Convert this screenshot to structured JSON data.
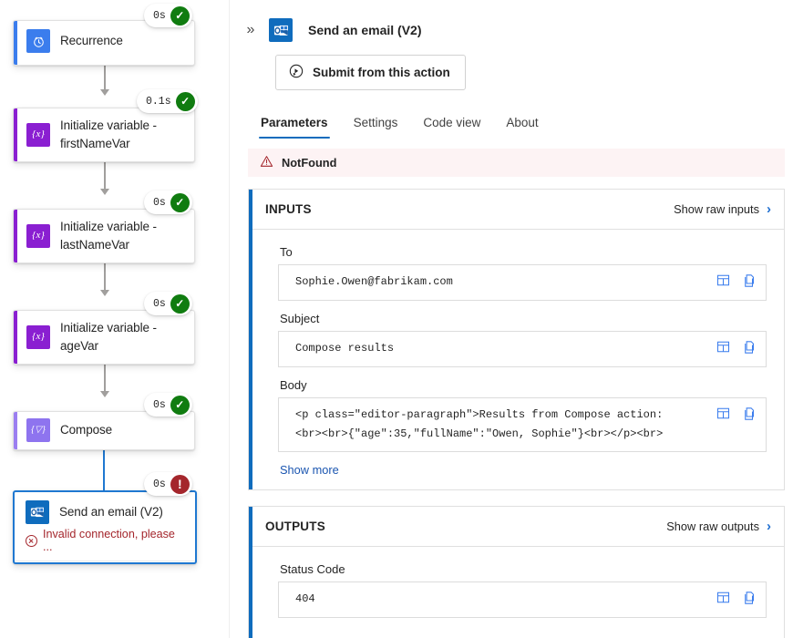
{
  "workflow": {
    "nodes": [
      {
        "title": "Recurrence",
        "icon": "clock-icon",
        "duration": "0s",
        "status": "succeeded",
        "accent": "#0f6cbd",
        "icon_bg": "#3b7ded"
      },
      {
        "title": "Initialize variable - firstNameVar",
        "icon": "variable-icon",
        "duration": "0.1s",
        "status": "succeeded",
        "accent": "#8a1fd1",
        "icon_bg": "#8a1fd1"
      },
      {
        "title": "Initialize variable - lastNameVar",
        "icon": "variable-icon",
        "duration": "0s",
        "status": "succeeded",
        "accent": "#8a1fd1",
        "icon_bg": "#8a1fd1"
      },
      {
        "title": "Initialize variable - ageVar",
        "icon": "variable-icon",
        "duration": "0s",
        "status": "succeeded",
        "accent": "#8a1fd1",
        "icon_bg": "#8a1fd1"
      },
      {
        "title": "Compose",
        "icon": "compose-icon",
        "duration": "0s",
        "status": "succeeded",
        "accent": "#9b7ef0",
        "icon_bg": "#8e74ef"
      },
      {
        "title": "Send an email (V2)",
        "icon": "outlook-icon",
        "duration": "0s",
        "status": "failed",
        "accent": "#1f78d1",
        "icon_bg": "#0f6cbd",
        "error": "Invalid connection, please ..."
      }
    ]
  },
  "detail": {
    "collapse_icon": "chevron-double-right-icon",
    "title": "Send an email (V2)",
    "title_icon": "outlook-icon",
    "submit_button": "Submit from this action",
    "submit_icon": "resubmit-play-icon",
    "tabs": [
      {
        "label": "Parameters",
        "active": true
      },
      {
        "label": "Settings",
        "active": false
      },
      {
        "label": "Code view",
        "active": false
      },
      {
        "label": "About",
        "active": false
      }
    ],
    "error_banner": {
      "icon": "warning-triangle-icon",
      "text": "NotFound"
    },
    "inputs_card": {
      "title": "INPUTS",
      "raw_link": "Show raw inputs",
      "raw_icon": "chevron-right-icon",
      "fields": [
        {
          "label": "To",
          "value": "Sophie.Owen@fabrikam.com"
        },
        {
          "label": "Subject",
          "value": "Compose results"
        },
        {
          "label": "Body",
          "value": "<p class=\"editor-paragraph\">Results from Compose action:\n<br><br>{\"age\":35,\"fullName\":\"Owen, Sophie\"}<br></p><br>"
        }
      ],
      "show_more": "Show more"
    },
    "outputs_card": {
      "title": "OUTPUTS",
      "raw_link": "Show raw outputs",
      "raw_icon": "chevron-right-icon",
      "fields": [
        {
          "label": "Status Code",
          "value": "404"
        }
      ]
    },
    "field_icons": {
      "expand": "table-expand-icon",
      "copy": "copy-icon"
    }
  },
  "colors": {
    "accent_blue": "#0f6cbd",
    "success_green": "#107c10",
    "error_red": "#a4262c",
    "purple": "#8a1fd1",
    "error_banner_bg": "#fdf3f4"
  }
}
